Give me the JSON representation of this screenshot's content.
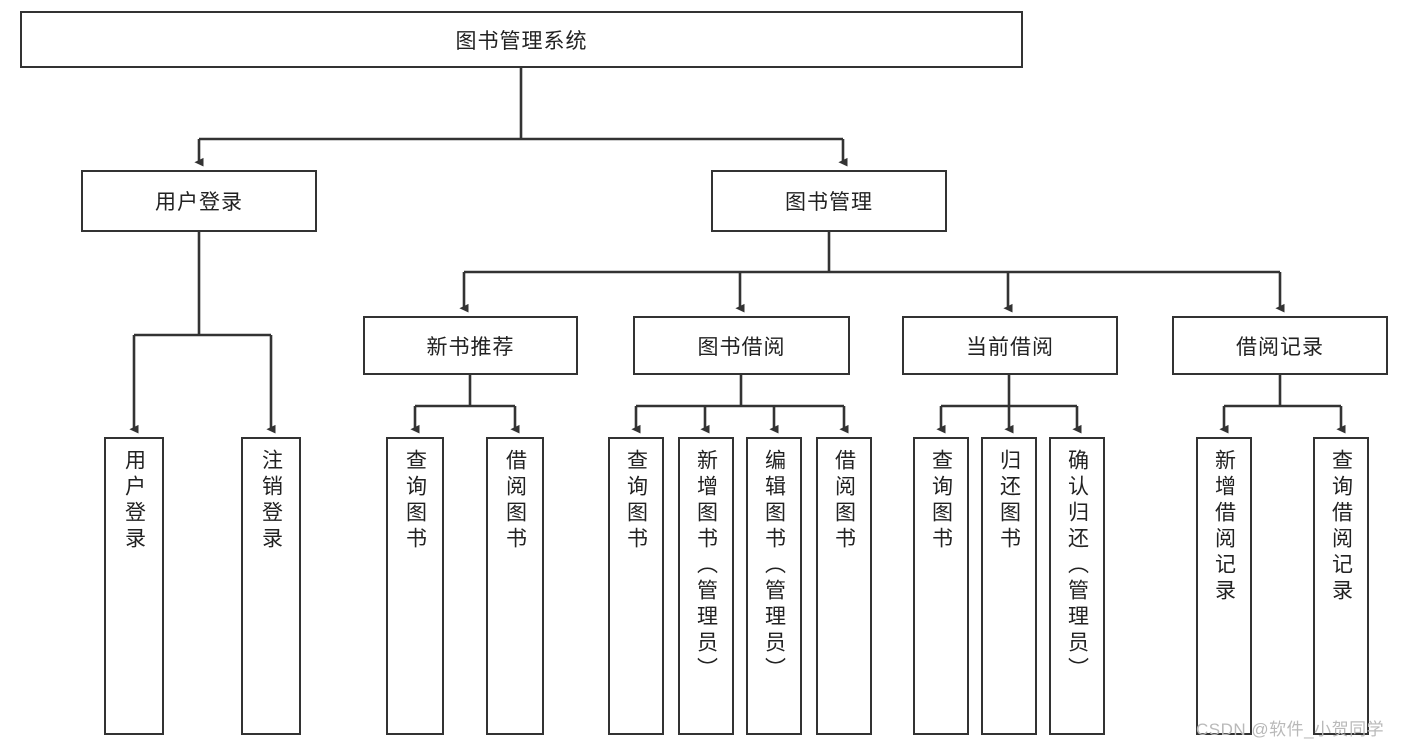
{
  "diagram": {
    "type": "hierarchy-tree",
    "title": "图书管理系统",
    "root": {
      "id": "root",
      "label": "图书管理系统"
    },
    "level2": [
      {
        "id": "user-login",
        "label": "用户登录"
      },
      {
        "id": "book-management",
        "label": "图书管理"
      }
    ],
    "level3": [
      {
        "id": "new-book-recommend",
        "label": "新书推荐",
        "parent": "book-management"
      },
      {
        "id": "book-borrow",
        "label": "图书借阅",
        "parent": "book-management"
      },
      {
        "id": "current-borrow",
        "label": "当前借阅",
        "parent": "book-management"
      },
      {
        "id": "borrow-record",
        "label": "借阅记录",
        "parent": "book-management"
      }
    ],
    "leaves": [
      {
        "id": "leaf-user-login",
        "label": "用户登录",
        "parent": "user-login"
      },
      {
        "id": "leaf-user-logout",
        "label": "注销登录",
        "parent": "user-login"
      },
      {
        "id": "leaf-query-book-1",
        "label": "查询图书",
        "parent": "new-book-recommend"
      },
      {
        "id": "leaf-borrow-book-1",
        "label": "借阅图书",
        "parent": "new-book-recommend"
      },
      {
        "id": "leaf-query-book-2",
        "label": "查询图书",
        "parent": "book-borrow"
      },
      {
        "id": "leaf-add-book",
        "label": "新增图书（管理员）",
        "parent": "book-borrow"
      },
      {
        "id": "leaf-edit-book",
        "label": "编辑图书（管理员）",
        "parent": "book-borrow"
      },
      {
        "id": "leaf-borrow-book-2",
        "label": "借阅图书",
        "parent": "book-borrow"
      },
      {
        "id": "leaf-query-book-3",
        "label": "查询图书",
        "parent": "current-borrow"
      },
      {
        "id": "leaf-return-book",
        "label": "归还图书",
        "parent": "current-borrow"
      },
      {
        "id": "leaf-confirm-return",
        "label": "确认归还（管理员）",
        "parent": "current-borrow"
      },
      {
        "id": "leaf-add-record",
        "label": "新增借阅记录",
        "parent": "borrow-record"
      },
      {
        "id": "leaf-query-record",
        "label": "查询借阅记录",
        "parent": "borrow-record"
      }
    ],
    "colors": {
      "box_stroke": "#333333",
      "box_fill": "#ffffff",
      "edge": "#333333",
      "text": "#222222",
      "watermark": "#b9b9b9",
      "background": "#ffffff"
    }
  },
  "watermark": {
    "text": "CSDN @软件_小贺同学"
  }
}
